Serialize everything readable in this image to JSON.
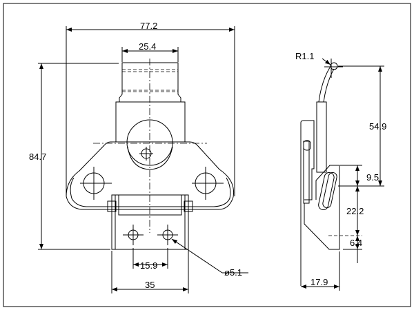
{
  "drawing": {
    "front_view": {
      "overall_width": "77.2",
      "top_width": "25.4",
      "overall_height": "84.7",
      "hole_spacing": "15.9",
      "bracket_width": "35",
      "hole_diameter": "ø5.1"
    },
    "side_view": {
      "radius": "R1.1",
      "height_upper": "54.9",
      "offset_a": "9.5",
      "offset_b": "22.2",
      "offset_c": "6.4",
      "depth": "17.9"
    }
  }
}
